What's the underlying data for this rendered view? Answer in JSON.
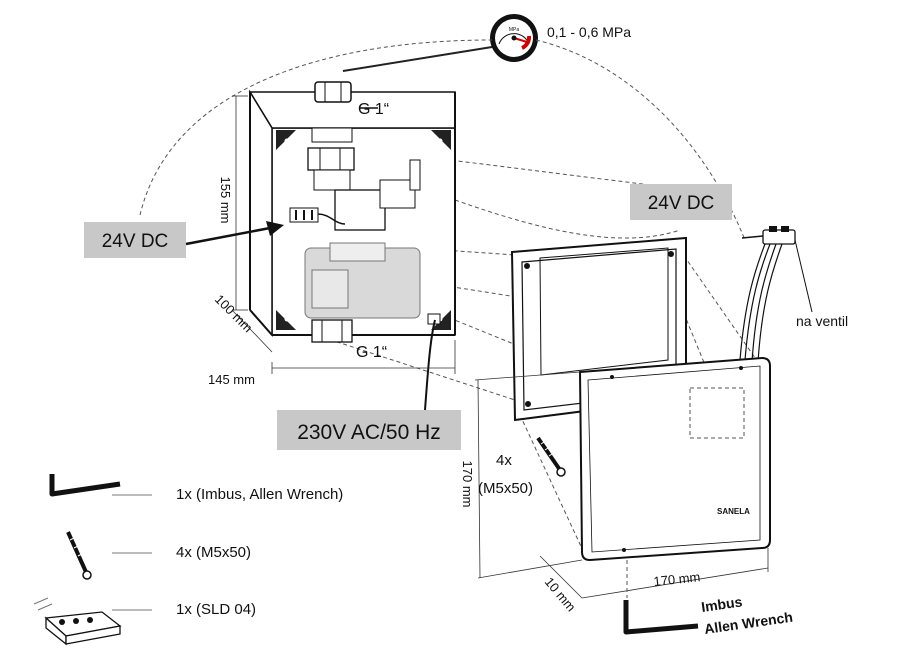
{
  "gauge": {
    "range": "0,1 - 0,6 MPa",
    "dial_text": "MPa"
  },
  "box": {
    "thread_top": "G 1“",
    "thread_bottom": "G 1“",
    "height": "155 mm",
    "depth": "100 mm",
    "width": "145 mm"
  },
  "callouts": {
    "power_left": "24V DC",
    "power_right": "24V DC",
    "mains": "230V AC/50 Hz",
    "valve": "na ventil"
  },
  "cover": {
    "height": "170 mm",
    "width": "170 mm",
    "depth": "10 mm",
    "screws": "4x\n(M5x50)",
    "brand": "SANELA"
  },
  "wrench_label": {
    "line1": "Imbus",
    "line2": "Allen Wrench"
  },
  "parts": [
    {
      "icon": "allen-wrench-icon",
      "label": "1x (Imbus, Allen Wrench)"
    },
    {
      "icon": "screw-icon",
      "label": "4x (M5x50)"
    },
    {
      "icon": "terminal-block-icon",
      "label": "1x (SLD 04)"
    }
  ],
  "colors": {
    "callout_bg": "#c8c8c8",
    "line": "#111111"
  }
}
